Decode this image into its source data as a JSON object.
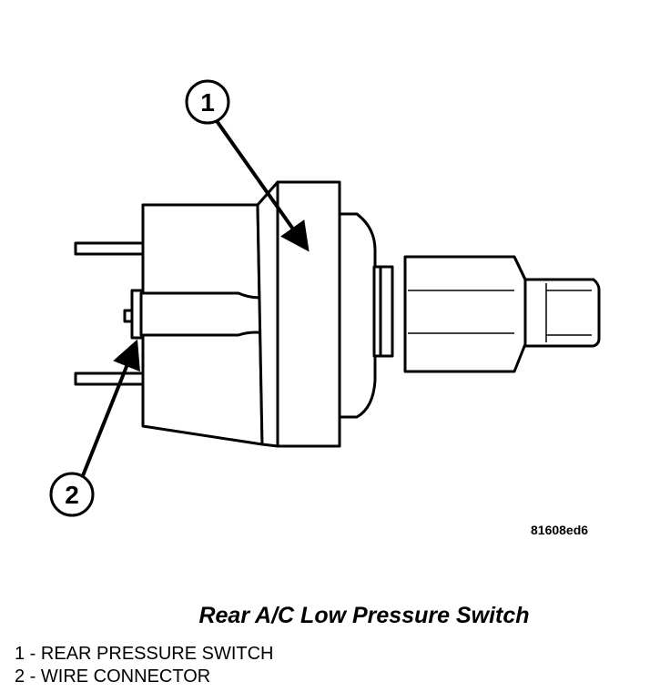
{
  "callouts": [
    {
      "number": "1",
      "label": "REAR PRESSURE SWITCH"
    },
    {
      "number": "2",
      "label": "WIRE CONNECTOR"
    }
  ],
  "figure_code": "81608ed6",
  "caption": "Rear A/C Low Pressure Switch",
  "legend_separator": " - "
}
